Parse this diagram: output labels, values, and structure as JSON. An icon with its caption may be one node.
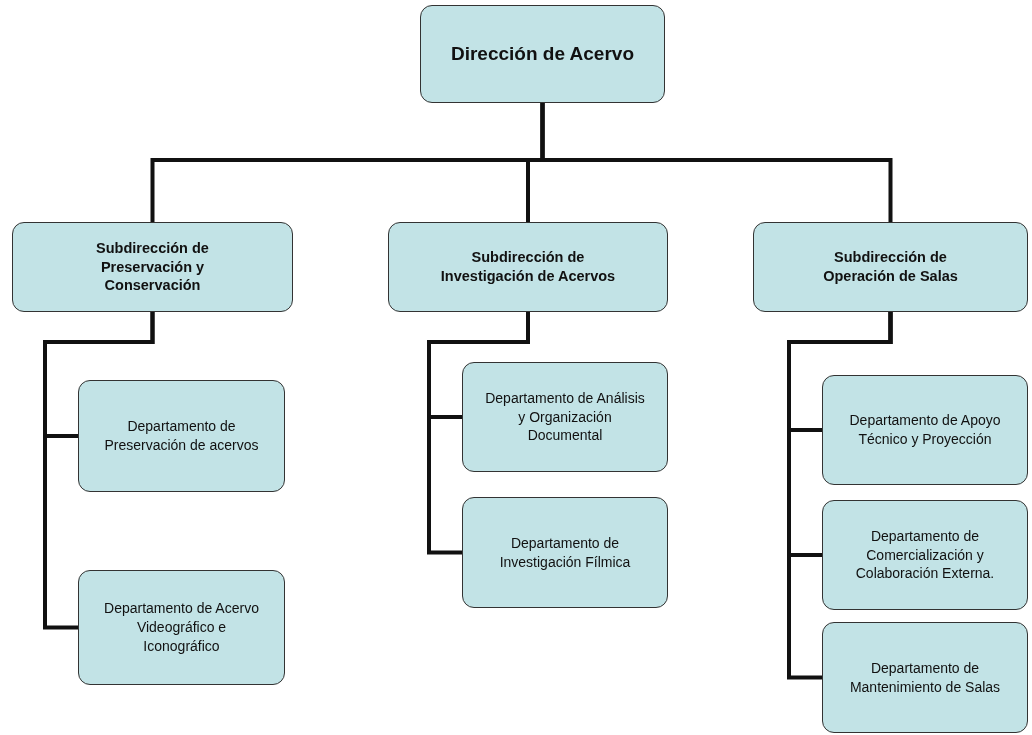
{
  "diagram": {
    "nodes": [
      {
        "text": [
          "Dirección de Acervo"
        ]
      },
      {
        "text": [
          "Subdirección de Preservación y Conservación"
        ]
      },
      {
        "text": [
          "Subdirección de Investigación de Acervos"
        ]
      },
      {
        "text": [
          "Subdirección de Operación de Salas"
        ]
      },
      {
        "text": [
          "Departamento de Preservación de acervos"
        ]
      },
      {
        "text": [
          "Departamento de Acervo Videográfico e Iconográfico"
        ]
      },
      {
        "text": [
          "Departamento de Análisis y Organización Documental"
        ]
      },
      {
        "text": [
          "Departamento de Investigación Fílmica"
        ]
      },
      {
        "text": [
          "Departamento de Apoyo Técnico y Proyección"
        ]
      },
      {
        "text": [
          "Departamento de Comercialización y Colaboración Externa."
        ]
      },
      {
        "text": [
          "Departamento de Mantenimiento de Salas"
        ]
      }
    ],
    "edges": [
      {
        "from": 0,
        "to": 1,
        "arrow": "none"
      },
      {
        "from": 0,
        "to": 2,
        "arrow": "none"
      },
      {
        "from": 0,
        "to": 3,
        "arrow": "none"
      },
      {
        "from": 1,
        "to": 4,
        "arrow": "none"
      },
      {
        "from": 1,
        "to": 5,
        "arrow": "none"
      },
      {
        "from": 2,
        "to": 6,
        "arrow": "none"
      },
      {
        "from": 2,
        "to": 7,
        "arrow": "none"
      },
      {
        "from": 3,
        "to": 8,
        "arrow": "none"
      },
      {
        "from": 3,
        "to": 9,
        "arrow": "none"
      },
      {
        "from": 3,
        "to": 10,
        "arrow": "none"
      }
    ]
  }
}
